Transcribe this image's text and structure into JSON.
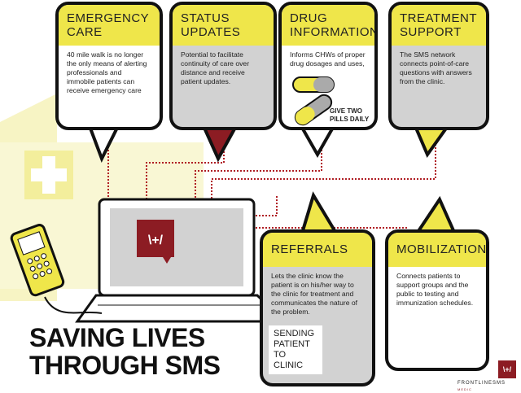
{
  "cards": {
    "emergency": {
      "title": "Emergency Care",
      "text": "40 mile walk is no longer the only means of alerting professionals and immobile patients can receive emergency care"
    },
    "status": {
      "title": "Status Updates",
      "text": "Potential to facilitate continuity of care over distance and receive patient updates."
    },
    "drug": {
      "title": "Drug Information",
      "text": "Informs CHWs of proper drug dosages and uses,",
      "caption": "GIVE TWO PILLS DAILY"
    },
    "treatment": {
      "title": "Treatment Support",
      "text": "The SMS network connects point-of-care questions with answers from the clinic."
    },
    "referrals": {
      "title": "Referrals",
      "text": "Lets the clinic know the patient is on his/her way to the clinic for treatment and communicates the nature of the problem.",
      "caption": "SENDING PATIENT TO CLINIC"
    },
    "mobilization": {
      "title": "Mobilization",
      "text": "Connects patients to support groups and the public to testing and immunization schedules."
    }
  },
  "title_line1": "SAVING LIVES",
  "title_line2": "THROUGH SMS",
  "logo": {
    "mark": "\\+/",
    "name": "FRONTLINESMS",
    "sub": "MEDIC"
  },
  "colors": {
    "yellow": "#efe64a",
    "red": "#8c1c23",
    "gray": "#d2d2d2"
  }
}
